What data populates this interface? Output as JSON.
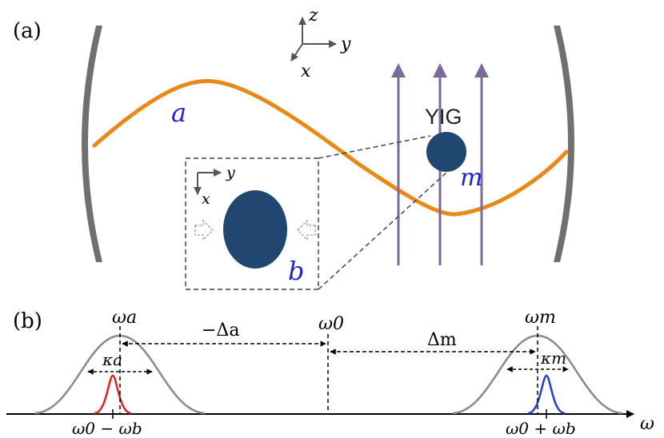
{
  "panel_a": {
    "label": "(a)",
    "axis_labels": {
      "z": "z",
      "y": "y",
      "x": "x"
    },
    "mode_a": "a",
    "yig": "YIG",
    "mode_m": "m",
    "mode_b": "b",
    "inset_axes": {
      "y": "y",
      "x": "x"
    },
    "colors": {
      "mirror": "#707070",
      "wave": "#e88a1a",
      "sphere": "#1f4770",
      "field": "#7b6a9a",
      "blue_label": "#2222cc"
    }
  },
  "panel_b": {
    "label": "(b)",
    "omega_a": "ωa",
    "omega_0": "ω0",
    "omega_m": "ωm",
    "minus_delta_a": "−Δa",
    "delta_m": "Δm",
    "kappa_a": "κa",
    "kappa_m": "κm",
    "omega0_minus_omegab": "ω0 − ωb",
    "omega0_plus_omegab": "ω0 + ωb",
    "omega_axis": "ω",
    "colors": {
      "broad": "#8a8a8a",
      "red": "#e02020",
      "blue": "#1f3fd0"
    }
  }
}
